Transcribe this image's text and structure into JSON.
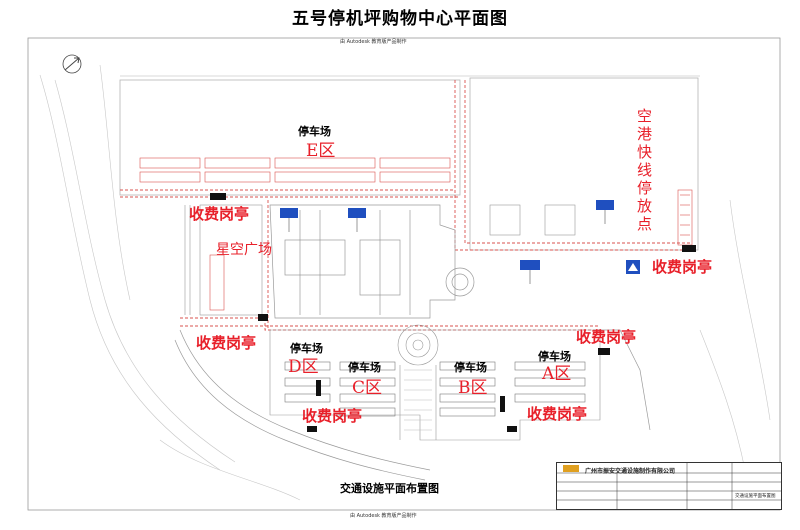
{
  "title": "五号停机坪购物中心平面图",
  "header_note": "由 Autodesk 教育版产品制作",
  "footer_note": "由 Autodesk 教育版产品制作",
  "drawing_caption": "交通设施平面布置图",
  "parking_labels": {
    "e": "停车场",
    "d": "停车场",
    "c": "停车场",
    "b": "停车场",
    "a": "停车场"
  },
  "zones": {
    "e": "E区",
    "d": "D区",
    "c": "C区",
    "b": "B区",
    "a": "A区"
  },
  "star_plaza": "星空广场",
  "airport_express": "空港快线停放点",
  "booths": {
    "top_left": "收费岗亭",
    "middle_left": "收费岗亭",
    "bottom_left": "收费岗亭",
    "middle_right": "收费岗亭",
    "bottom_right": "收费岗亭",
    "far_right": "收费岗亭"
  },
  "title_block": {
    "company": "广州市振安交通设施制作有限公司",
    "drawing_name": "交通设施平面布置图"
  },
  "colors": {
    "booth_text": "#e8202a",
    "zone_text": "#e8202a",
    "road_line": "#d9534f",
    "sign_blue": "#1f4fbf",
    "plan_line": "#9a9a9a"
  }
}
